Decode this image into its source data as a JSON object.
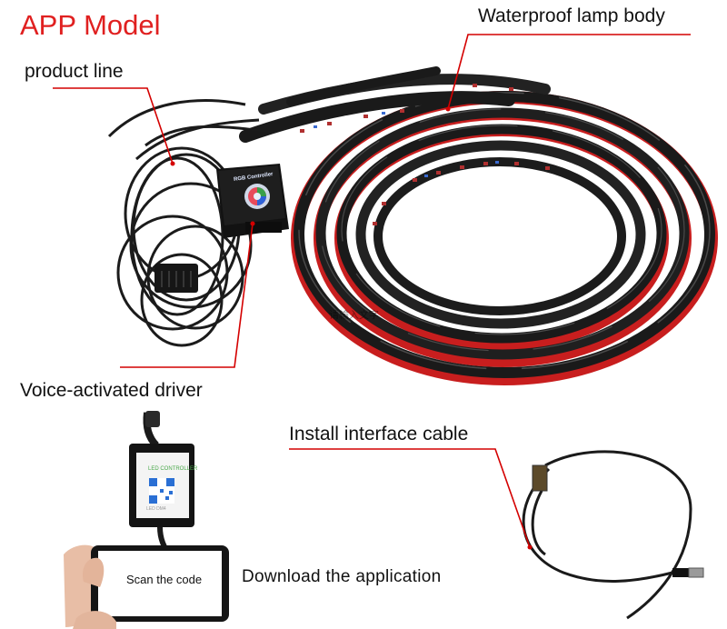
{
  "title": "APP Model",
  "labels": {
    "waterproof_lamp_body": "Waterproof lamp body",
    "product_line": "product line",
    "voice_activated_driver": "Voice-activated driver",
    "install_interface_cable": "Install interface cable",
    "download_application": "Download the application"
  },
  "phone_screen_text": "Scan the code",
  "controller_label": "RGB Controller",
  "controller2_label": "LED CONTROLLER",
  "controller2_spec": "LED DM4",
  "watermark": "请输入文字",
  "colors": {
    "title": "#e02020",
    "leader_lines": "#d40000",
    "strip_red": "#c81e1e",
    "strip_black": "#1a1a1a"
  }
}
